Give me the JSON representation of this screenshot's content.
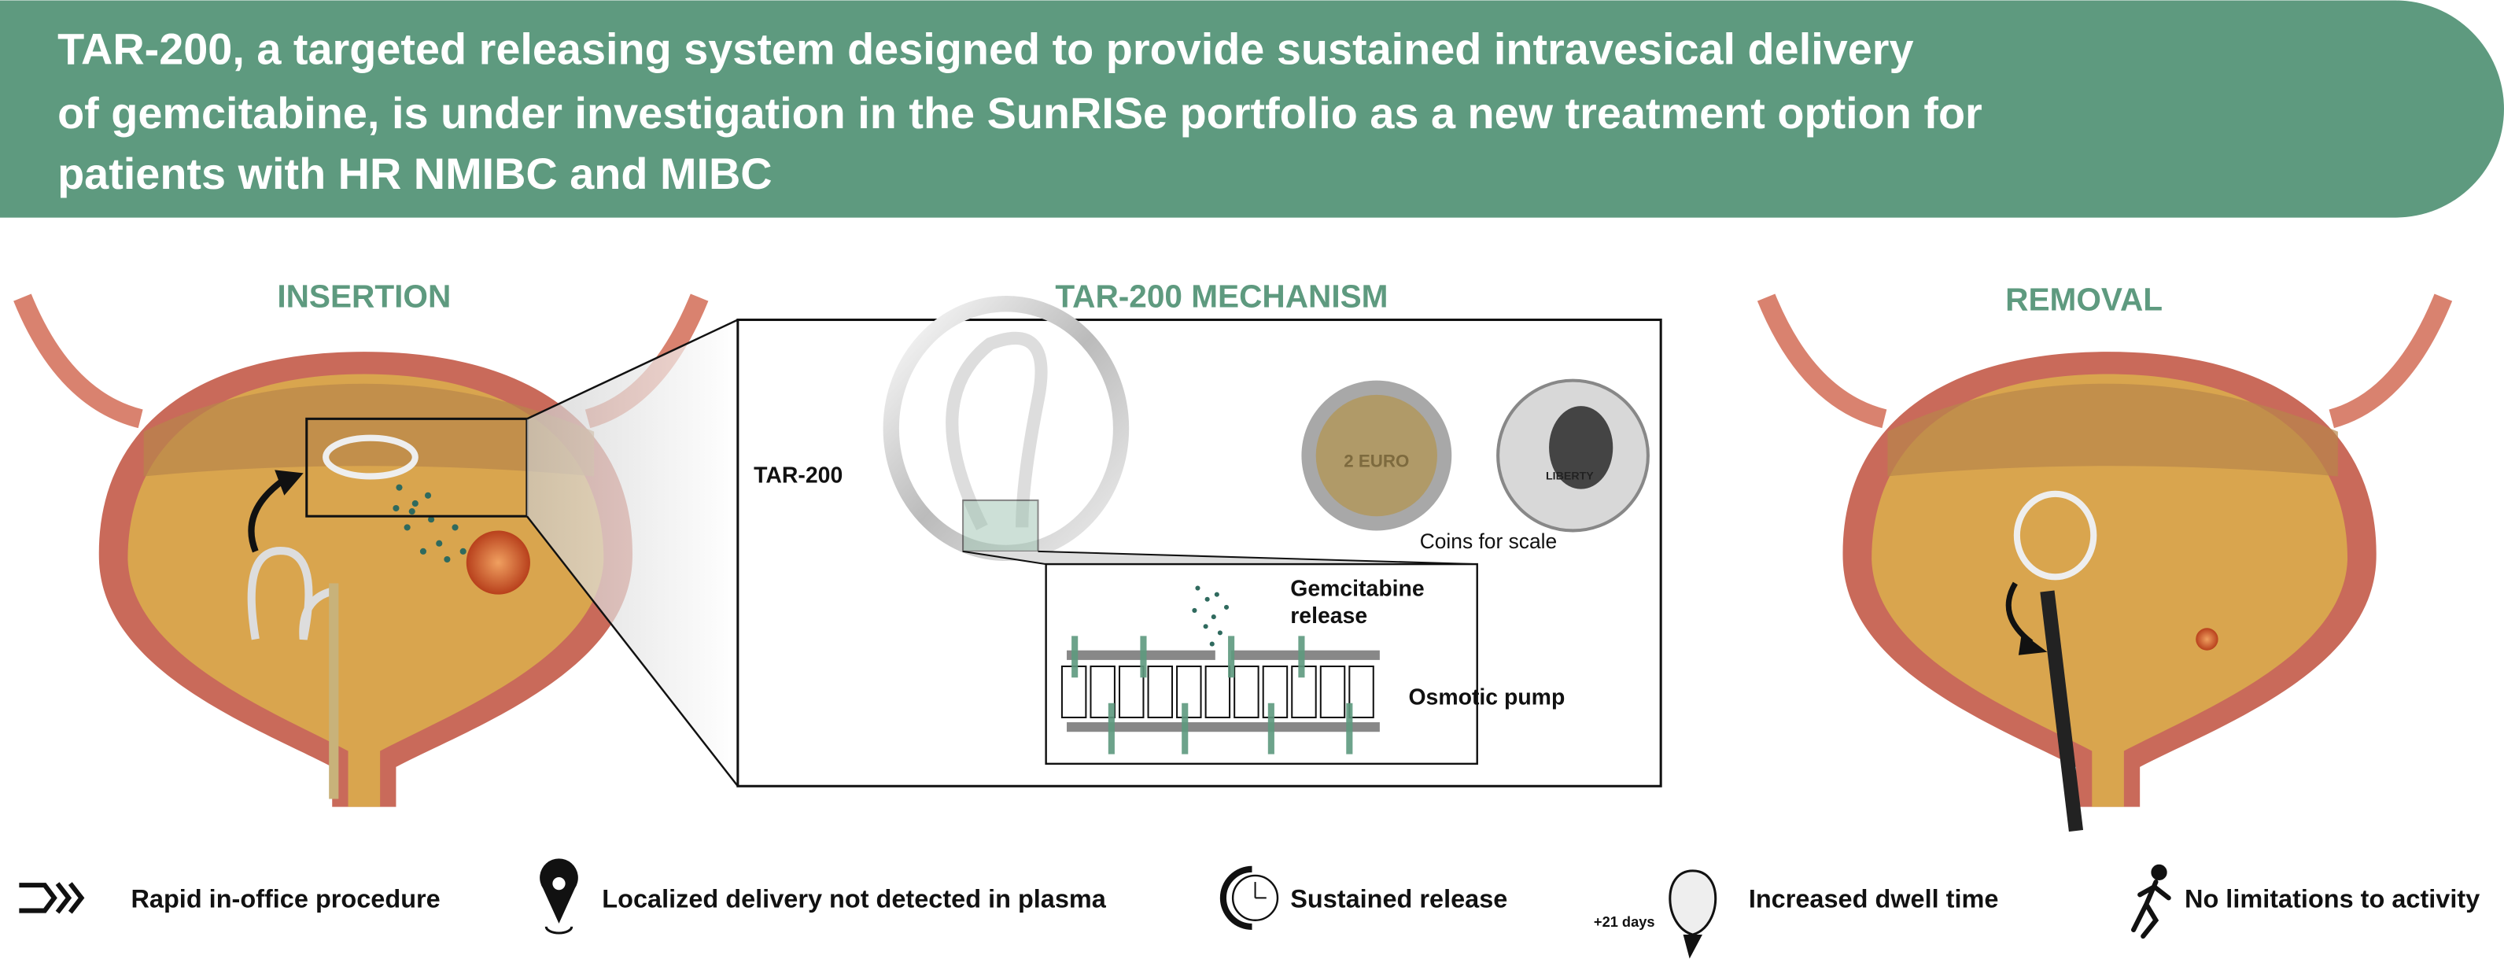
{
  "header": {
    "lines": [
      "TAR-200, a targeted releasing system designed to provide sustained intravesical delivery",
      "of gemcitabine, is under investigation in the SunRISe portfolio as a new treatment option for",
      "patients with HR NMIBC and MIBC"
    ]
  },
  "sections": {
    "insertion": "INSERTION",
    "mechanism": "TAR-200 MECHANISM",
    "removal": "REMOVAL"
  },
  "mechanism": {
    "device_label": "TAR-200",
    "coins_label": "Coins for scale",
    "release_label_1": "Gemcitabine",
    "release_label_2": "release",
    "pump_label": "Osmotic pump",
    "euro_coin_text": "2 EURO",
    "quarter_coin_text": "LIBERTY"
  },
  "features": [
    {
      "icon": "chevron-arrows-icon",
      "label": "Rapid in-office procedure"
    },
    {
      "icon": "location-pin-icon",
      "label": "Localized delivery not detected in plasma"
    },
    {
      "icon": "clock-icon",
      "label": "Sustained release"
    },
    {
      "icon": "bladder-icon",
      "label": "Increased dwell time",
      "extra": "+21 days"
    },
    {
      "icon": "runner-icon",
      "label": "No limitations to activity"
    }
  ],
  "colors": {
    "brand_green": "#5e9a7f",
    "bladder_wall": "#d9826f",
    "urine": "#d9a54e"
  }
}
